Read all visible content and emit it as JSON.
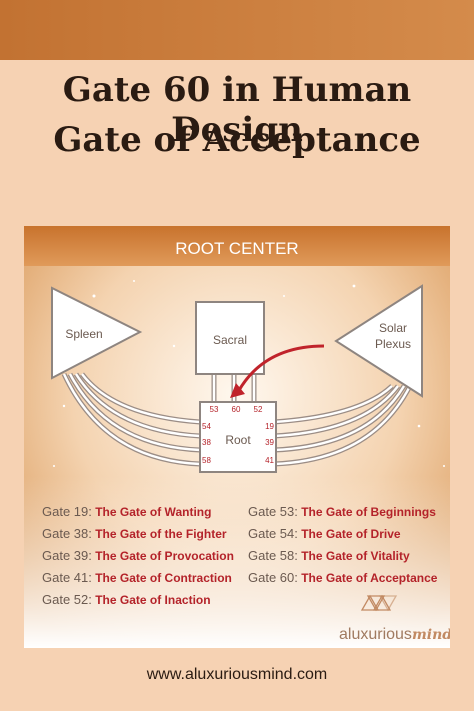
{
  "title_line1": "Gate 60 in Human Design",
  "title_line2": "Gate of Acceptance",
  "diagram": {
    "header": "ROOT CENTER",
    "spleen": "Spleen",
    "sacral": "Sacral",
    "solar1": "Solar",
    "solar2": "Plexus",
    "root": "Root",
    "top_gates": [
      "53",
      "60",
      "52"
    ],
    "left_gates": [
      "54",
      "38",
      "58"
    ],
    "right_gates": [
      "19",
      "39",
      "41"
    ]
  },
  "gates_left": [
    {
      "num": "Gate 19:",
      "name": "The Gate of Wanting"
    },
    {
      "num": "Gate 38:",
      "name": "The Gate of the Fighter"
    },
    {
      "num": "Gate 39:",
      "name": "The Gate of Provocation"
    },
    {
      "num": "Gate 41:",
      "name": "The Gate of Contraction"
    },
    {
      "num": "Gate 52:",
      "name": "The Gate of Inaction"
    }
  ],
  "gates_right": [
    {
      "num": "Gate 53:",
      "name": "The Gate of Beginnings"
    },
    {
      "num": "Gate 54:",
      "name": "The Gate of Drive"
    },
    {
      "num": "Gate 58:",
      "name": "The Gate of Vitality"
    },
    {
      "num": "Gate 60:",
      "name": "The Gate of Acceptance"
    }
  ],
  "logo": {
    "part1": "aluxurious",
    "part2": "mind"
  },
  "website": "www.aluxuriousmind.com",
  "colors": {
    "accent": "#b4232a",
    "header_bg": "#c87a3a",
    "bg": "#f6d2b3"
  }
}
